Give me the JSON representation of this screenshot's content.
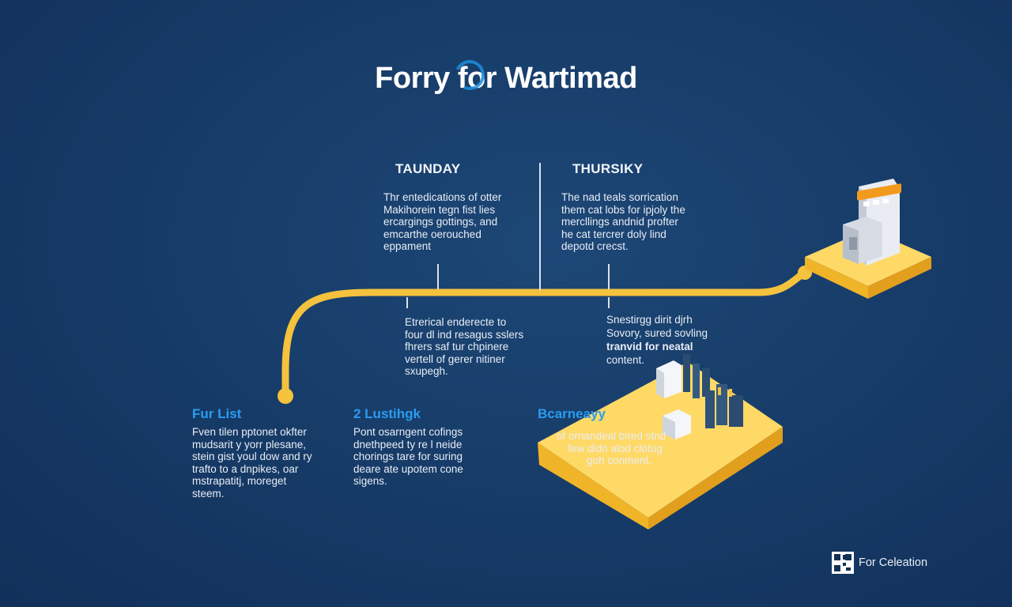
{
  "title": "Forry for Wartimad",
  "top": {
    "left": {
      "label": "TAUNDAY",
      "lines": [
        "Thr entedications of otter",
        "Makihorein tegn fist lies",
        "ercargings gottings, and",
        "emcarthe oerouched",
        "eppament"
      ]
    },
    "right": {
      "label": "THURSIKY",
      "lines": [
        "The nad teals sorrication",
        "them cat lobs for ipjoly the",
        "mercllings andnid profter",
        "he cat tercrer doly lind",
        "depotd crecst."
      ]
    }
  },
  "middle": {
    "left": {
      "lines": [
        "Etrerical enderecte to",
        "four dl ind resagus sslers",
        "fhrers saf tur chpinere",
        "vertell of gerer nitiner",
        "sxupegh."
      ]
    },
    "right": {
      "lines": [
        "Snestirgg dirit djrh",
        "Sovory, sured sovling",
        "tranvid for neatal",
        "content."
      ]
    }
  },
  "stages": [
    {
      "title": "Fur List",
      "lines": [
        "Fven tilen pptonet okfter",
        "mudsarit y yorr plesane,",
        "stein gist youl dow and ry",
        "trafto to a dnpikes, oar",
        "mstrapatitj, moreget",
        "steem."
      ]
    },
    {
      "title": "2 Lustihgk",
      "lines": [
        "Pont osarngent cofings",
        "dnethpeed ty re l neide",
        "chorings tare for suring",
        "deare ate upotem cone",
        "sigens."
      ]
    },
    {
      "title": "Bcarneayy",
      "lines": [
        "of ornandeal bired stnd",
        "few didn alod clotug",
        "goh conment."
      ]
    }
  ],
  "footer": {
    "text": "For Celeation"
  },
  "colors": {
    "background": "#163a66",
    "path": "#f5c23e",
    "platform_top": "#ffd966",
    "platform_side": "#f0b429",
    "accent_blue": "#2a9cf0",
    "text": "#e8edf5"
  }
}
